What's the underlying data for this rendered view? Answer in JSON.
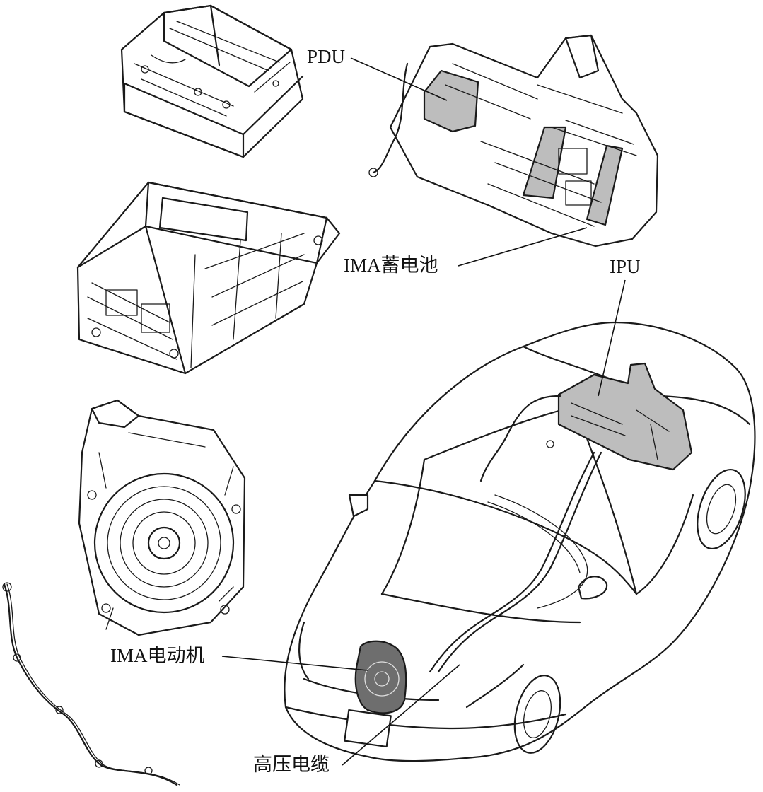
{
  "labels": {
    "pdu": "PDU",
    "ima_battery": "IMA蓄电池",
    "ipu": "IPU",
    "ima_motor": "IMA电动机",
    "hv_cable": "高压电缆"
  },
  "icons": [
    "pdu-component",
    "ima-battery-module",
    "ipu-unit",
    "ima-motor",
    "high-voltage-cable",
    "car-outline"
  ],
  "colors": {
    "ink": "#1a1a1a",
    "highlight": "#bdbdbd",
    "shade": "#6e6e6e",
    "background": "#ffffff"
  }
}
